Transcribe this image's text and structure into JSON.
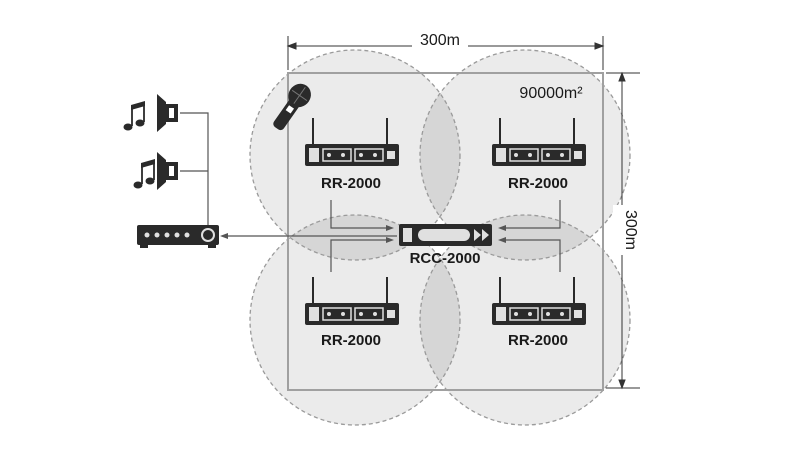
{
  "diagram": {
    "width_label": "300m",
    "height_label": "300m",
    "area_label": "90000m²",
    "receivers": [
      {
        "label": "RR-2000"
      },
      {
        "label": "RR-2000"
      },
      {
        "label": "RR-2000"
      },
      {
        "label": "RR-2000"
      }
    ],
    "combiner": {
      "label": "RCC-2000"
    }
  },
  "colors": {
    "coverage_fill": "#ebebeb",
    "overlap_fill": "#d6d6d6",
    "line": "#555555",
    "device": "#2a2a2a"
  },
  "icons": [
    "speaker-icon",
    "music-note-icon",
    "microphone-icon",
    "amplifier-icon"
  ]
}
